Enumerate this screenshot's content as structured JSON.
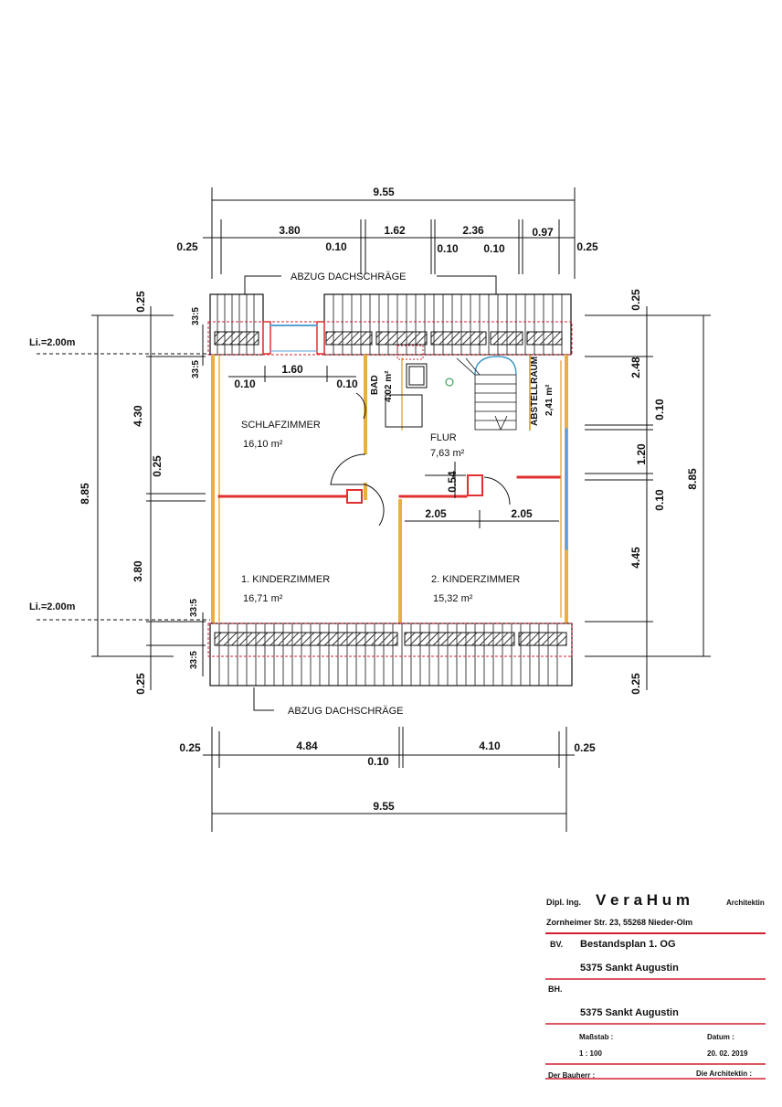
{
  "plan": {
    "dims_top": {
      "total": "9.55",
      "left_margin": "0.25",
      "right_margin": "0.25",
      "seg1": "3.80",
      "seg2": "1.62",
      "seg3": "2.36",
      "seg4": "0.97",
      "wall1": "0.10",
      "wall2": "0.10",
      "wall3": "0.10"
    },
    "dims_bottom": {
      "left_margin": "0.25",
      "seg1": "4.84",
      "wall": "0.10",
      "seg2": "4.10",
      "right_margin": "0.25",
      "total": "9.55"
    },
    "dims_left": {
      "total": "8.85",
      "top_margin": "0.25",
      "upper": "4.30",
      "wall": "0.25",
      "lower": "3.80",
      "bottom_margin": "0.25",
      "slope_top1": "33:5",
      "slope_top2": "33:5",
      "slope_bot1": "33:5",
      "slope_bot2": "33:5"
    },
    "dims_right": {
      "total": "8.85",
      "top_margin": "0.25",
      "seg1": "2.48",
      "wall1": "0.10",
      "seg2": "1.20",
      "wall2": "0.10",
      "seg3": "4.45",
      "bottom_margin": "0.25"
    },
    "inner_dims": {
      "window_width": "1.60",
      "window_left": "0.10",
      "window_right": "0.10",
      "flur_small": "0.54",
      "kz_left": "2.05",
      "kz_right": "2.05"
    },
    "clear_height_top": "Li.=2.00m",
    "clear_height_bottom": "Li.=2.00m",
    "dormer_label_top": "ABZUG DACHSCHRÄGE",
    "dormer_label_bottom": "ABZUG DACHSCHRÄGE",
    "rooms": {
      "schlafzimmer": {
        "name": "SCHLAFZIMMER",
        "area": "16,10 m²"
      },
      "bad": {
        "name": "BAD",
        "area": "4.02 m²"
      },
      "flur": {
        "name": "FLUR",
        "area": "7,63 m²"
      },
      "abstellraum": {
        "name": "ABSTELLRAUM",
        "area": "2,41 m²"
      },
      "kinderzimmer1": {
        "name": "1. KINDERZIMMER",
        "area": "16,71 m²"
      },
      "kinderzimmer2": {
        "name": "2. KINDERZIMMER",
        "area": "15,32 m²"
      }
    }
  },
  "title_block": {
    "architect_prefix": "Dipl. Ing.",
    "architect_name": "V e r a   H u m",
    "architect_suffix": "Architektin",
    "address": "Zornheimer Str. 23, 55268 Nieder-Olm",
    "bv_label": "BV.",
    "bv_value": "Bestandsplan 1. OG",
    "bv_location": "5375 Sankt Augustin",
    "bh_label": "BH.",
    "bh_location": "5375 Sankt Augustin",
    "scale_label": "Maßstab :",
    "scale_value": "1 : 100",
    "date_label": "Datum :",
    "date_value": "20. 02. 2019",
    "client_label": "Der Bauherr :",
    "architect_label": "Die Architektin :"
  },
  "colors": {
    "ink": "#111111",
    "wall_outer": "#e8b040",
    "wall_inner": "#e03030",
    "dormer_red": "#d02030",
    "window_blue": "#5aa0d8",
    "hatch": "#444444",
    "title_red": "#d02030"
  }
}
